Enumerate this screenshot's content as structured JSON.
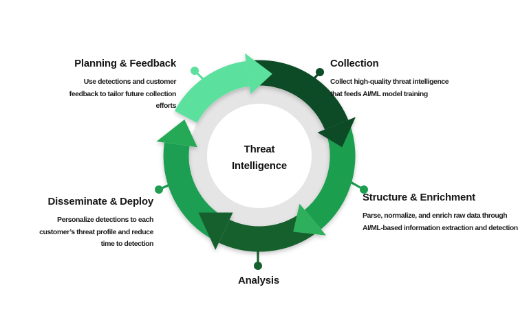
{
  "center": {
    "title": "Threat\nIntelligence"
  },
  "stages": [
    {
      "id": "planning",
      "label": "Planning & Feedback",
      "description": "Use detections and customer\nfeedback to tailor future collection\nefforts",
      "color": "#5CE09E"
    },
    {
      "id": "collection",
      "label": "Collection",
      "description": "Collect high-quality threat intelligence\nthat feeds AI/ML model training",
      "color": "#0F4C28"
    },
    {
      "id": "structure",
      "label": "Structure & Enrichment",
      "description": "Parse, normalize, and enrich raw data through\nAI/ML-based information extraction and detection",
      "color": "#1E9E50",
      "head_color": "#2FAF5C"
    },
    {
      "id": "analysis",
      "label": "Analysis",
      "description": "",
      "color": "#15612F"
    },
    {
      "id": "disseminate",
      "label": "Disseminate & Deploy",
      "description": "Personalize detections to each\ncustomer’s threat profile and reduce\ntime to detection",
      "color": "#1F9E52",
      "head_color": "#27A956"
    }
  ],
  "ring": {
    "track_color": "#E5E5E6",
    "center_color": "#FFFFFF",
    "background": "#FFFFFF",
    "text_color": "#1D1D1D"
  }
}
